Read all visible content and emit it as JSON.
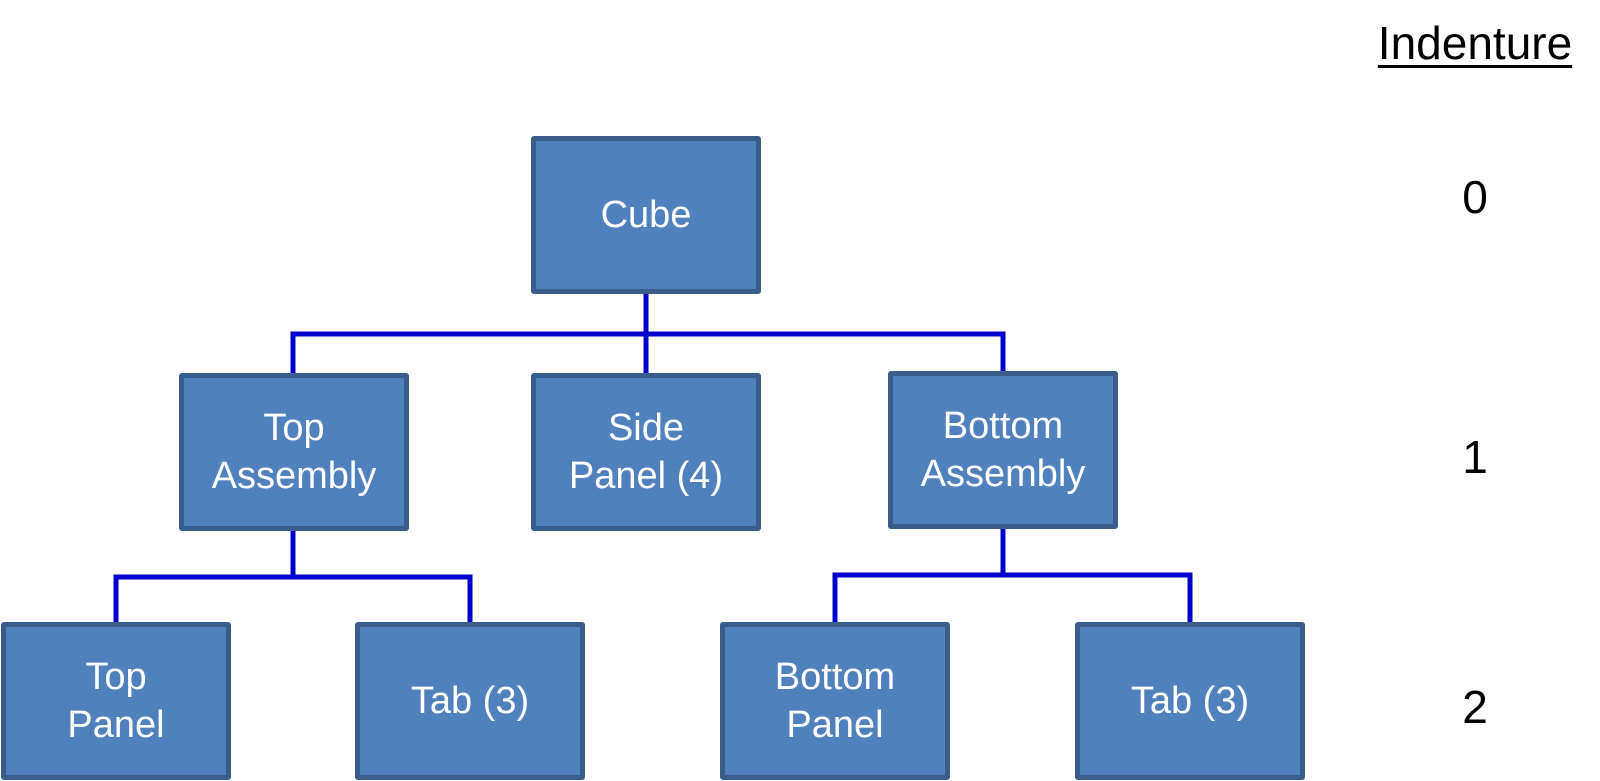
{
  "colors": {
    "node_fill": "#4F81BD",
    "node_border": "#385D8A",
    "connector": "#0000CC",
    "node_text": "#FFFFFF"
  },
  "indenture": {
    "title": "Indenture",
    "levels": [
      "0",
      "1",
      "2"
    ]
  },
  "tree": {
    "root": {
      "lines": [
        "Cube"
      ]
    },
    "level1": [
      {
        "lines": [
          "Top",
          "Assembly"
        ]
      },
      {
        "lines": [
          "Side",
          "Panel (4)"
        ]
      },
      {
        "lines": [
          "Bottom",
          "Assembly"
        ]
      }
    ],
    "level2": [
      {
        "lines": [
          "Top",
          "Panel"
        ]
      },
      {
        "lines": [
          "Tab (3)"
        ]
      },
      {
        "lines": [
          "Bottom",
          "Panel"
        ]
      },
      {
        "lines": [
          "Tab (3)"
        ]
      }
    ]
  }
}
